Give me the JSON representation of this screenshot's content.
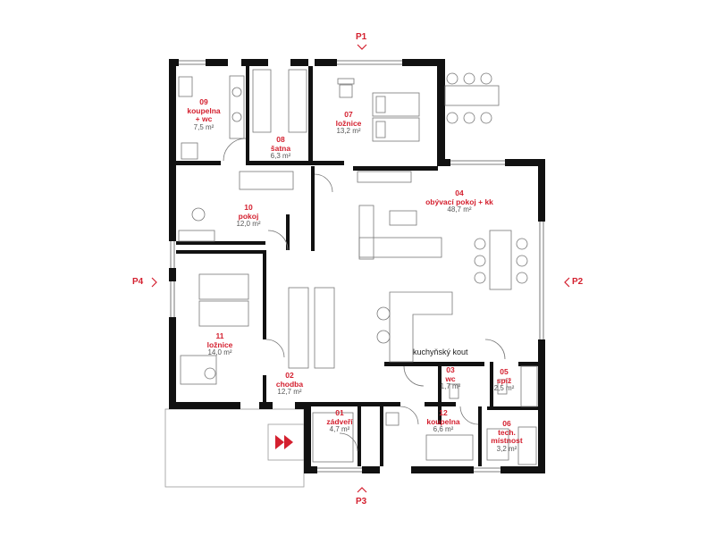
{
  "sections": [
    {
      "id": "P1",
      "label": "P1"
    },
    {
      "id": "P2",
      "label": "P2"
    },
    {
      "id": "P3",
      "label": "P3"
    },
    {
      "id": "P4",
      "label": "P4"
    }
  ],
  "rooms": [
    {
      "num": "09",
      "name": "koupelna",
      "name2": "+ wc",
      "area": "7,5 m²"
    },
    {
      "num": "08",
      "name": "šatna",
      "name2": "",
      "area": "6,3 m²"
    },
    {
      "num": "07",
      "name": "ložnice",
      "name2": "",
      "area": "13,2 m²"
    },
    {
      "num": "04",
      "name": "obývací pokoj + kk",
      "name2": "",
      "area": "48,7 m²"
    },
    {
      "num": "10",
      "name": "pokoj",
      "name2": "",
      "area": "12,0 m²"
    },
    {
      "num": "11",
      "name": "ložnice",
      "name2": "",
      "area": "14,0 m²"
    },
    {
      "num": "02",
      "name": "chodba",
      "name2": "",
      "area": "12,7 m²"
    },
    {
      "num": "03",
      "name": "wc",
      "name2": "",
      "area": "1,7 m²"
    },
    {
      "num": "05",
      "name": "spíž",
      "name2": "",
      "area": "2,5 m²"
    },
    {
      "num": "01",
      "name": "zádveří",
      "name2": "",
      "area": "4,7 m²"
    },
    {
      "num": "12",
      "name": "koupelna",
      "name2": "",
      "area": "6,6 m²"
    },
    {
      "num": "06",
      "name": "tech.",
      "name2": "místnost",
      "area": "3,2 m²"
    }
  ],
  "kitchen_label": "kuchyňský kout",
  "colors": {
    "wall": "#111111",
    "accent": "#d4202f",
    "line": "#888888",
    "text": "#555555"
  }
}
